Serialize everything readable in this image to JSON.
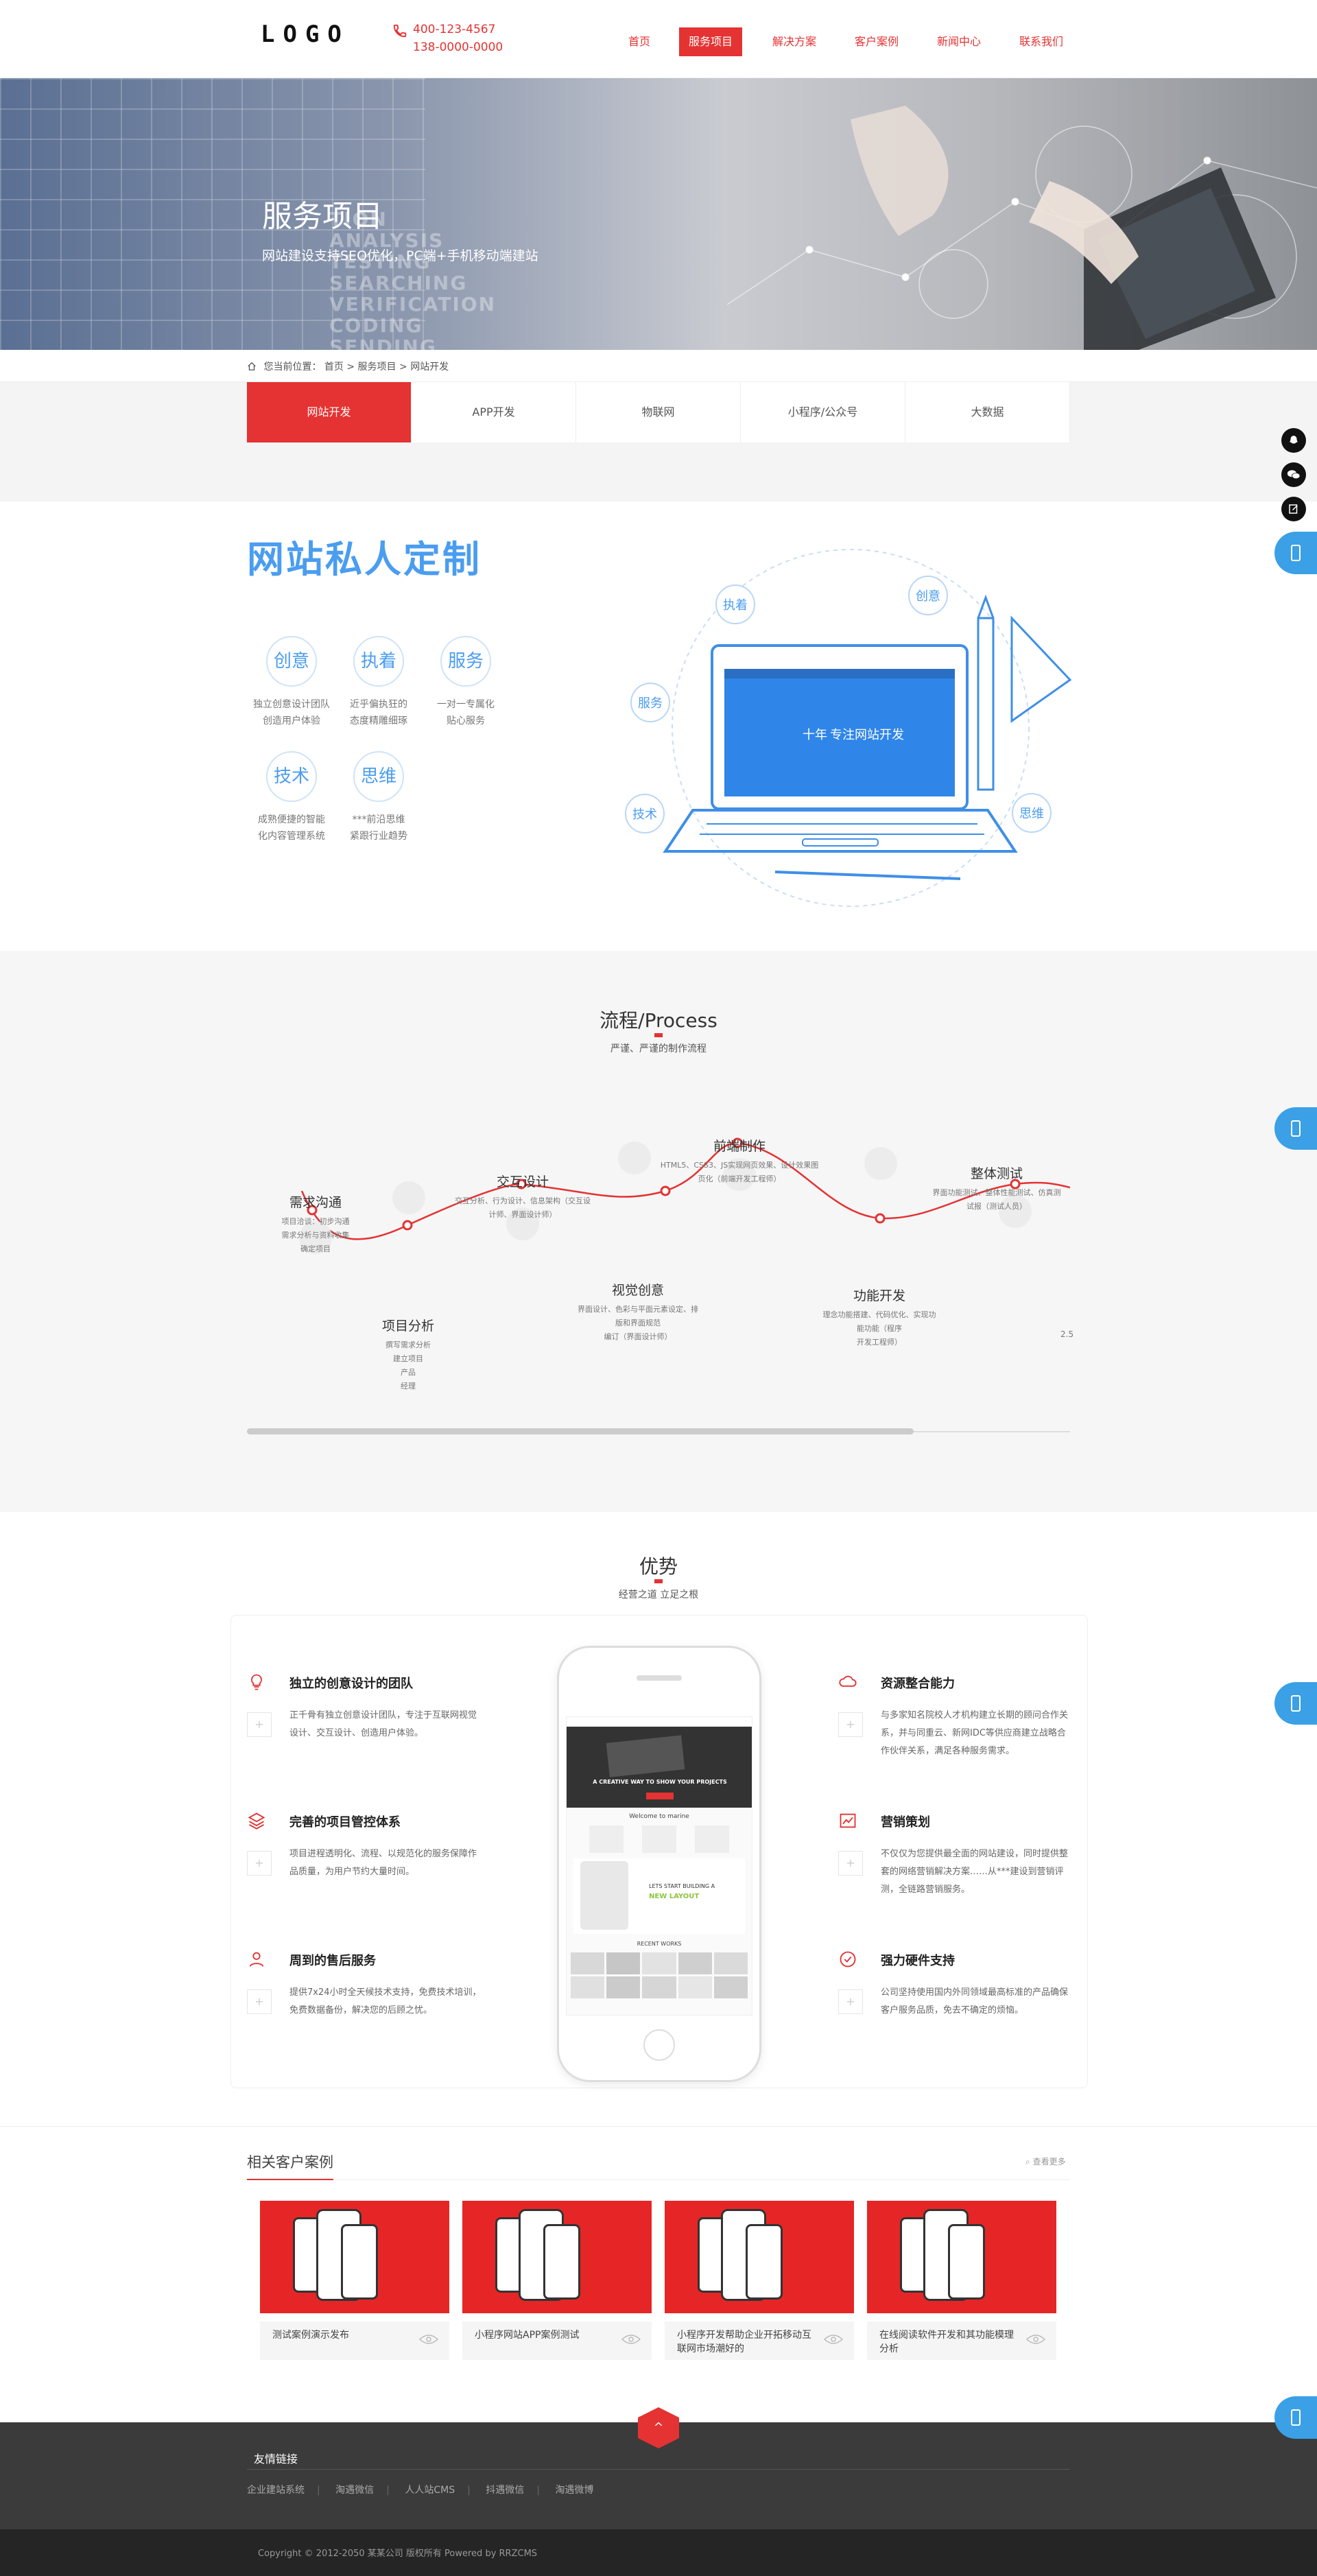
{
  "header": {
    "logo": "LOGO",
    "phone1": "400-123-4567",
    "phone2": "138-0000-0000",
    "nav": [
      "首页",
      "服务项目",
      "解决方案",
      "客户案例",
      "新闻中心",
      "联系我们"
    ],
    "active_nav": "服务项目"
  },
  "banner": {
    "title": "服务项目",
    "subtitle": "网站建设支持SEO优化，PC端+手机移动端建站",
    "bg_words": [
      "TION",
      "ANALYSIS",
      "TESTING",
      "SEARCHING",
      "VERIFICATION",
      "CODING",
      "SENDING"
    ]
  },
  "breadcrumb": {
    "prefix": "您当前位置：",
    "items": [
      "首页",
      "服务项目",
      "网站开发"
    ],
    "separator": ">"
  },
  "tabs": [
    "网站开发",
    "APP开发",
    "物联网",
    "小程序/公众号",
    "大数据"
  ],
  "private": {
    "title": "网站私人定制",
    "features": [
      {
        "label": "创意",
        "desc1": "独立创意设计团队",
        "desc2": "创造用户体验"
      },
      {
        "label": "执着",
        "desc1": "近乎偏执狂的",
        "desc2": "态度精雕细琢"
      },
      {
        "label": "服务",
        "desc1": "一对一专属化",
        "desc2": "贴心服务"
      },
      {
        "label": "技术",
        "desc1": "成熟便捷的智能",
        "desc2": "化内容管理系统"
      },
      {
        "label": "思维",
        "desc1": "***前沿思维",
        "desc2": "紧跟行业趋势"
      }
    ],
    "bubbles": [
      "执着",
      "创意",
      "服务",
      "技术",
      "思维"
    ],
    "screen_text1": "十年",
    "screen_text2": "专注网站开发"
  },
  "process": {
    "title": "流程/Process",
    "subtitle": "严谨、严谨的制作流程",
    "steps": [
      {
        "name": "需求沟通",
        "txt": [
          "项目洽谈：初步沟通",
          "需求分析与资料收集",
          "确定项目"
        ]
      },
      {
        "name": "项目分析",
        "txt": [
          "撰写需求分析",
          "建立项目",
          "产品",
          "经理"
        ]
      },
      {
        "name": "交互设计",
        "txt": [
          "交互分析、行为设计、信息架构（交互设",
          "计师、界面设计师）"
        ]
      },
      {
        "name": "视觉创意",
        "txt": [
          "界面设计、色彩与平面元素设定、排",
          "版和界面规范",
          "编订（界面设计师）"
        ]
      },
      {
        "name": "前端制作",
        "txt": [
          "HTML5、CSS3、JS实现网页效果、设计效果图",
          "页化（前端开发工程师）"
        ]
      },
      {
        "name": "功能开发",
        "txt": [
          "理念功能搭建、代码优化、实现功",
          "能功能（程序",
          "开发工程师）"
        ]
      },
      {
        "name": "整体测试",
        "txt": [
          "界面功能测试、整体性能测试、仿真测",
          "试报（测试人员）"
        ]
      }
    ],
    "overflow_label": "2.5"
  },
  "advantage": {
    "title": "优势",
    "subtitle": "经营之道 立足之根",
    "items": [
      {
        "title": "独立的创意设计的团队",
        "text": "正千骨有独立创意设计团队，专注于互联网视觉设计、交互设计、创造用户体验。"
      },
      {
        "title": "完善的项目管控体系",
        "text": "项目进程透明化、流程、以规范化的服务保障作品质量，为用户节约大量时间。"
      },
      {
        "title": "周到的售后服务",
        "text": "提供7x24小时全天候技术支持，免费技术培训，免费数据备份，解决您的后顾之忧。"
      },
      {
        "title": "资源整合能力",
        "text": "与多家知名院校人才机构建立长期的顾问合作关系，并与同重云、新网IDC等供应商建立战略合作伙伴关系，满足各种服务需求。"
      },
      {
        "title": "营销策划",
        "text": "不仅仅为您提供最全面的网站建设，同时提供整套的网络营销解决方案……从***建设到营销评测，全链路营销服务。"
      },
      {
        "title": "强力硬件支持",
        "text": "公司坚持使用国内外同领域最高标准的产品确保客户服务品质，免去不确定的烦恼。"
      }
    ],
    "phone_screen": {
      "hero": "A CREATIVE WAY TO SHOW YOUR PROJECTS",
      "welcome": "Welcome to marine",
      "promo1": "LETS START BUILDING A",
      "promo2": "NEW LAYOUT",
      "works": "RECENT WORKS"
    }
  },
  "cases": {
    "title": "相关客户案例",
    "more": "查看更多",
    "items": [
      "测试案例演示发布",
      "小程序网站APP案例测试",
      "小程序开发帮助企业开拓移动互联网市场潮好的",
      "在线阅读软件开发和其功能模理分析"
    ]
  },
  "footer": {
    "top_label": "^",
    "links_title": "友情链接",
    "links": [
      "企业建站系统",
      "淘遇微信",
      "人人站CMS",
      "抖遇微信",
      "淘遇微博"
    ],
    "copyright": "Copyright © 2012-2050 某某公司 版权所有 Powered by RRZCMS"
  },
  "side": {
    "icons": [
      "qq-icon",
      "wechat-icon",
      "edit-icon",
      "phone-icon"
    ]
  },
  "colors": {
    "accent": "#e53232",
    "blue": "#4a9df0",
    "footer": "#3b3b3b"
  }
}
